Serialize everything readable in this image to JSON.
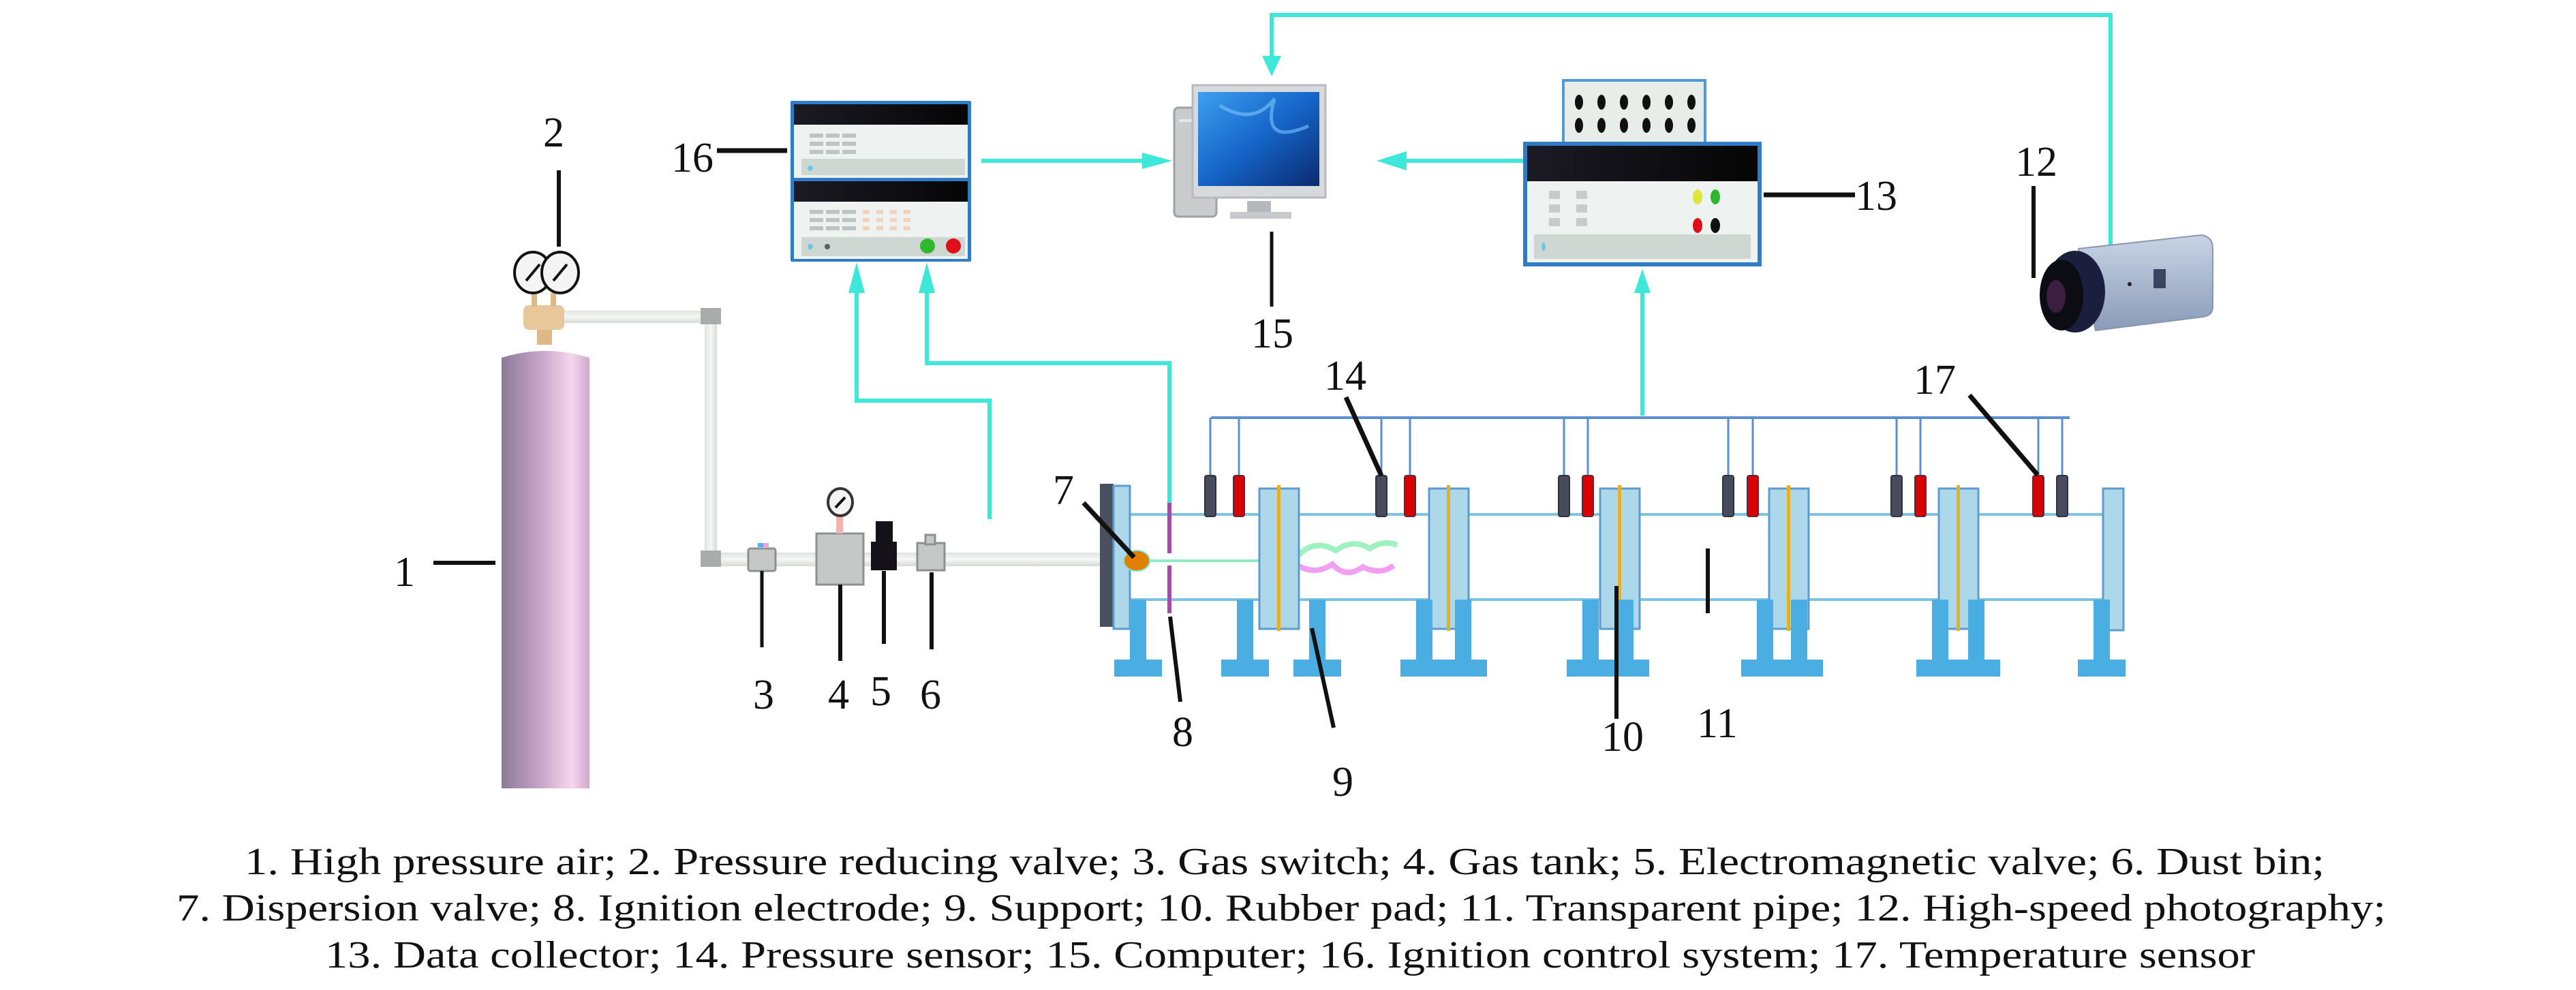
{
  "figure": {
    "title": "Experimental setup schematic for dust explosion in transparent pipe",
    "colors": {
      "signal_line": "#3de8d8",
      "sensor_bus": "#5b8fd0",
      "pipe_flange": "#add8ea",
      "support": "#4aaee3",
      "rubber_pad": "#e8b020",
      "temperature_sensor": "#d90000",
      "pressure_sensor": "#474b5c",
      "cylinder": "#c9a6c9",
      "dispersion_valve": "#e07f00",
      "ignition_electrode": "#a84aa8"
    }
  },
  "labels": {
    "n1": "1",
    "n2": "2",
    "n3": "3",
    "n4": "4",
    "n5": "5",
    "n6": "6",
    "n7": "7",
    "n8": "8",
    "n9": "9",
    "n10": "10",
    "n11": "11",
    "n12": "12",
    "n13": "13",
    "n14": "14",
    "n15": "15",
    "n16": "16",
    "n17": "17"
  },
  "components": [
    {
      "id": 1,
      "name": "High pressure air",
      "icon": "gas-cylinder-icon"
    },
    {
      "id": 2,
      "name": "Pressure reducing valve",
      "icon": "pressure-gauge-icon"
    },
    {
      "id": 3,
      "name": "Gas switch",
      "icon": "switch-block-icon"
    },
    {
      "id": 4,
      "name": "Gas tank",
      "icon": "tank-icon"
    },
    {
      "id": 5,
      "name": "Electromagnetic valve",
      "icon": "solenoid-valve-icon"
    },
    {
      "id": 6,
      "name": "Dust bin",
      "icon": "dust-bin-icon"
    },
    {
      "id": 7,
      "name": "Dispersion valve",
      "icon": "nozzle-icon"
    },
    {
      "id": 8,
      "name": "Ignition electrode",
      "icon": "electrode-icon"
    },
    {
      "id": 9,
      "name": "Support",
      "icon": "support-stand-icon"
    },
    {
      "id": 10,
      "name": "Rubber pad",
      "icon": "gasket-icon"
    },
    {
      "id": 11,
      "name": "Transparent pipe",
      "icon": "pipe-icon"
    },
    {
      "id": 12,
      "name": "High-speed photography",
      "icon": "camera-icon"
    },
    {
      "id": 13,
      "name": "Data collector",
      "icon": "data-acquisition-icon"
    },
    {
      "id": 14,
      "name": "Pressure sensor",
      "icon": "pressure-sensor-icon"
    },
    {
      "id": 15,
      "name": "Computer",
      "icon": "computer-icon"
    },
    {
      "id": 16,
      "name": "Ignition control system",
      "icon": "control-unit-icon"
    },
    {
      "id": 17,
      "name": "Temperature sensor",
      "icon": "temperature-sensor-icon"
    }
  ],
  "caption": {
    "line1": "1. High pressure air; 2. Pressure reducing valve; 3. Gas switch; 4. Gas tank;  5. Electromagnetic valve; 6. Dust bin;",
    "line2": "7. Dispersion valve; 8. Ignition electrode; 9. Support; 10. Rubber pad; 11. Transparent pipe; 12. High-speed photography;",
    "line3": "13. Data collector; 14. Pressure sensor; 15. Computer; 16. Ignition control system; 17. Temperature sensor"
  }
}
